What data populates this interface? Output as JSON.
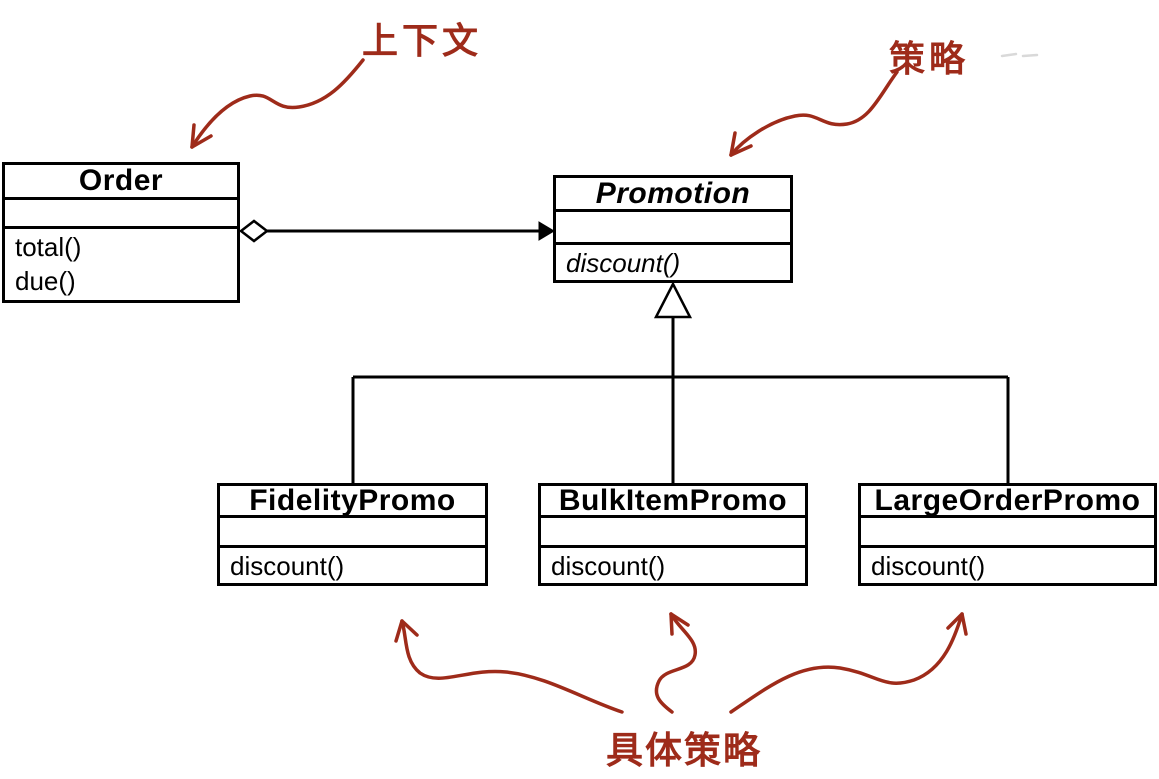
{
  "diagram": {
    "title": "Strategy pattern UML class diagram",
    "annotations": {
      "context_label": "上下文",
      "strategy_label": "策略",
      "concrete_strategies_label": "具体策略"
    },
    "classes": {
      "order": {
        "name": "Order",
        "attributes": "",
        "methods": [
          "total()",
          "due()"
        ]
      },
      "promotion": {
        "name": "Promotion",
        "abstract": true,
        "attributes": "",
        "methods": [
          "discount()"
        ]
      },
      "fidelity": {
        "name": "FidelityPromo",
        "attributes": "",
        "methods": [
          "discount()"
        ]
      },
      "bulk": {
        "name": "BulkItemPromo",
        "attributes": "",
        "methods": [
          "discount()"
        ]
      },
      "large": {
        "name": "LargeOrderPromo",
        "attributes": "",
        "methods": [
          "discount()"
        ]
      }
    },
    "relationships": [
      {
        "type": "aggregation",
        "from": "Order",
        "to": "Promotion"
      },
      {
        "type": "inheritance",
        "from": "FidelityPromo",
        "to": "Promotion"
      },
      {
        "type": "inheritance",
        "from": "BulkItemPromo",
        "to": "Promotion"
      },
      {
        "type": "inheritance",
        "from": "LargeOrderPromo",
        "to": "Promotion"
      }
    ],
    "colors": {
      "annotation": "#9e2b1a",
      "line": "#000000",
      "background": "#ffffff"
    }
  }
}
